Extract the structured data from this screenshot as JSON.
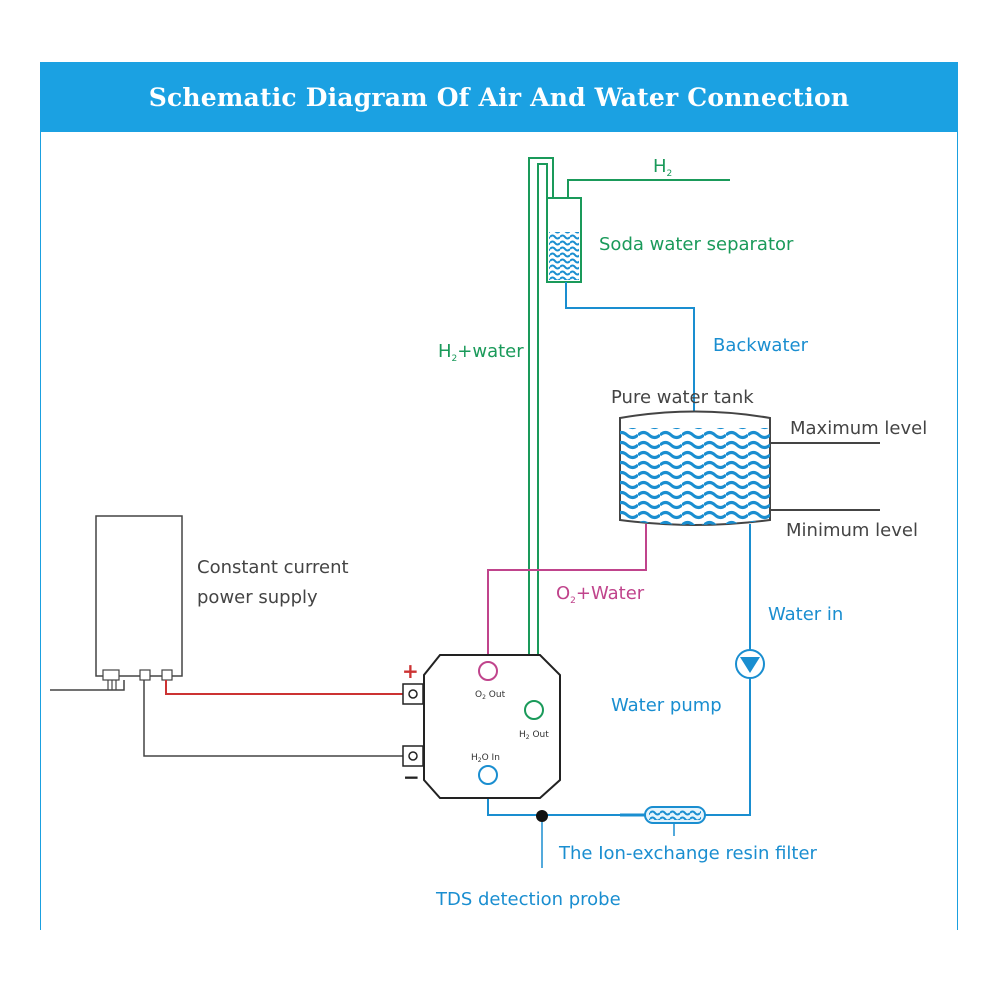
{
  "header": {
    "title": "Schematic Diagram Of Air And Water Connection"
  },
  "labels": {
    "h2": "H",
    "h2_sub": "2",
    "soda_separator": "Soda water separator",
    "h2_water": "H",
    "h2_water_sub": "2",
    "h2_water_rest": "+water",
    "backwater": "Backwater",
    "pure_water_tank": "Pure water tank",
    "maximum_level": "Maximum level",
    "minimum_level": "Minimum level",
    "power_supply_line1": "Constant current",
    "power_supply_line2": "power supply",
    "o2_water": "O",
    "o2_water_sub": "2",
    "o2_water_rest": "+Water",
    "water_in": "Water in",
    "water_pump": "Water pump",
    "plus_sign": "+",
    "minus_sign": "−",
    "o2_out": "O",
    "o2_out_sub": "2",
    "o2_out_rest": " Out",
    "h2_out": "H",
    "h2_out_sub": "2",
    "h2_out_rest": " Out",
    "h2o_in": "H",
    "h2o_in_sub": "2",
    "h2o_in_rest": "O In",
    "resin_filter": "The Ion-exchange resin filter",
    "tds_probe": "TDS detection probe"
  },
  "colors": {
    "header": "#1ba1e2",
    "green": "#1a9a5a",
    "blue": "#1a8ed0",
    "pink": "#c0448c",
    "red": "#cc3333",
    "gray": "#444444"
  }
}
